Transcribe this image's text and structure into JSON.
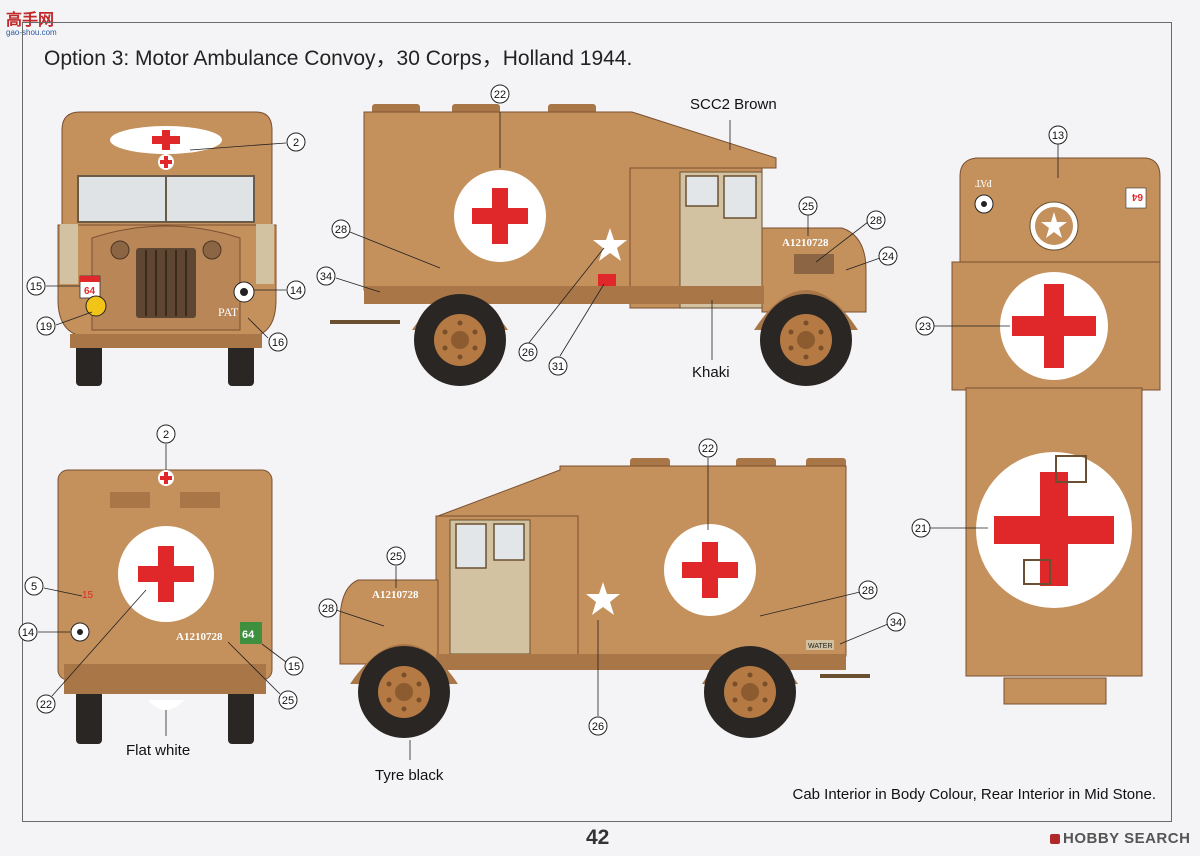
{
  "site_logo": {
    "mark": "高手网",
    "sub": "gao-shou.com"
  },
  "title": "Option 3: Motor Ambulance Convoy，30 Corps，Holland 1944.",
  "labels": {
    "scc2_brown": "SCC2 Brown",
    "khaki": "Khaki",
    "flat_white": "Flat white",
    "tyre_black": "Tyre black"
  },
  "interior_note": "Cab Interior in  Body Colour,  Rear Interior in Mid Stone.",
  "page_number": "42",
  "watermark": "HOBBY SEARCH",
  "markings": {
    "registration": "A1210728",
    "pat": "PAT",
    "unit_number": "64",
    "bridge_number": "15",
    "water": "WATER"
  },
  "callouts": {
    "front": [
      "2",
      "15",
      "19",
      "14",
      "16"
    ],
    "side_right": [
      "22",
      "28",
      "34",
      "25",
      "28",
      "24",
      "26",
      "31"
    ],
    "top": [
      "13",
      "23",
      "21"
    ],
    "rear": [
      "2",
      "5",
      "14",
      "22",
      "15",
      "25"
    ],
    "side_left": [
      "22",
      "25",
      "28",
      "28",
      "34",
      "26"
    ]
  },
  "colors": {
    "body": "#c4905c",
    "body_dark": "#a97648",
    "cab_panel": "#d3c2a1",
    "red_cross": "#e0282a",
    "white": "#ffffff",
    "tyre": "#2a2624",
    "hub": "#b57a44"
  }
}
